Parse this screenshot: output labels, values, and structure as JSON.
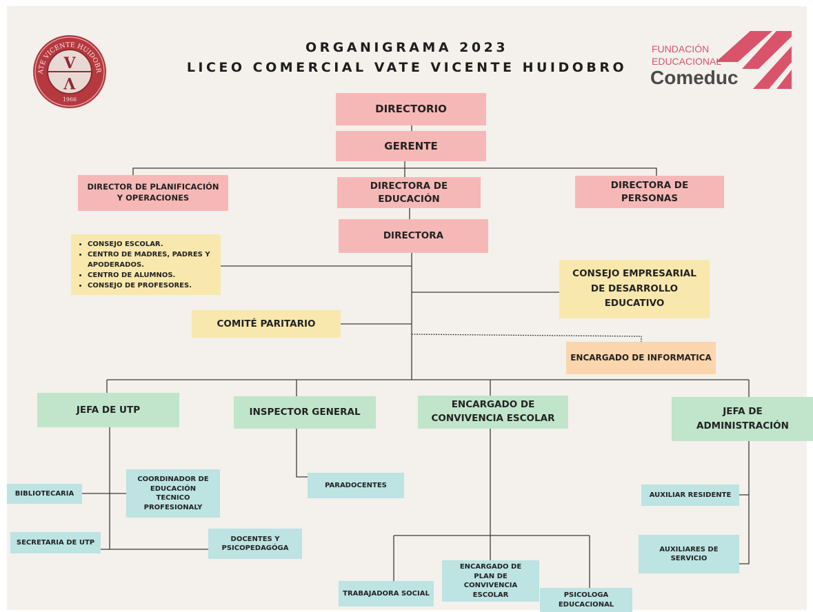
{
  "header": {
    "title_line1": "ORGANIGRAMA 2023",
    "title_line2": "LICEO COMERCIAL VATE VICENTE HUIDOBRO"
  },
  "logo_school": {
    "ring_text_top": "VATE VICENTE HUIDOBRO",
    "monogram": "V V",
    "year": "1966",
    "color": "#b5393f"
  },
  "logo_comeduc": {
    "line1": "FUNDACIÓN",
    "line2": "EDUCACIONAL",
    "line3": "Comeduc",
    "accent": "#d9536b"
  },
  "nodes": {
    "directorio": "DIRECTORIO",
    "gerente": "GERENTE",
    "dir_planificacion": "DIRECTOR DE PLANIFICACIÓN Y OPERACIONES",
    "directora_educacion": "DIRECTORA DE EDUCACIÓN",
    "directora_personas": "DIRECTORA DE PERSONAS",
    "directora": "DIRECTORA",
    "consejos": [
      "CONSEJO ESCOLAR.",
      "CENTRO DE MADRES, PADRES Y APODERADOS.",
      "CENTRO DE ALUMNOS.",
      "CONSEJO DE PROFESORES."
    ],
    "consejo_empresarial": "CONSEJO EMPRESARIAL DE DESARROLLO EDUCATIVO",
    "comite_paritario": "COMITÉ PARITARIO",
    "encargado_informatica": "ENCARGADO DE INFORMATICA",
    "jefa_utp": "JEFA DE UTP",
    "inspector_general": "INSPECTOR GENERAL",
    "encargado_convivencia": "ENCARGADO DE CONVIVENCIA ESCOLAR",
    "jefa_administracion": "JEFA DE ADMINISTRACIÓN",
    "bibliotecaria": "BIBLIOTECARIA",
    "coordinador_tecnico": "COORDINADOR DE EDUCACIÓN TECNICO PROFESIONALY",
    "secretaria_utp": "SECRETARIA DE UTP",
    "docentes": "DOCENTES Y PSICOPEDAGÓGA",
    "paradocentes": "PARADOCENTES",
    "auxiliar_residente": "AUXILIAR RESIDENTE",
    "auxiliares_servicio": "AUXILIARES DE SERVICIO",
    "trabajadora_social": "TRABAJADORA SOCIAL",
    "encargado_plan": "ENCARGADO DE PLAN DE CONVIVENCIA ESCOLAR",
    "psicologa": "PSICOLOGA EDUCACIONAL"
  }
}
